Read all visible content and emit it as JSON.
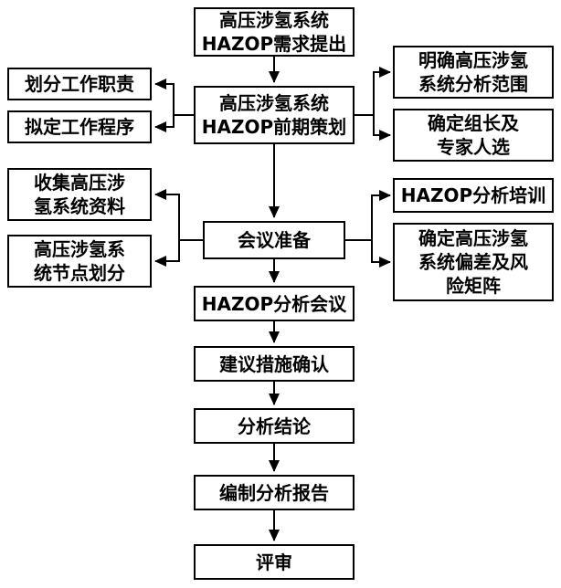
{
  "figure": {
    "background": "#ffffff",
    "line_color": "#000000",
    "text_color": "#000000",
    "type": "flowchart"
  },
  "nodes": {
    "demand": {
      "label": "高压涉氢系统\nHAZOP需求提出"
    },
    "planning": {
      "label": "高压涉氢系统\nHAZOP前期策划"
    },
    "duties": {
      "label": "划分工作职责"
    },
    "procedures": {
      "label": "拟定工作程序"
    },
    "scope": {
      "label": "明确高压涉氢\n系统分析范围"
    },
    "leader": {
      "label": "确定组长及\n专家人选"
    },
    "meeting_prep": {
      "label": "会议准备"
    },
    "collect": {
      "label": "收集高压涉\n氢系统资料"
    },
    "node_division": {
      "label": "高压涉氢系\n统节点划分"
    },
    "training": {
      "label": "HAZOP分析培训"
    },
    "risk_matrix": {
      "label": "确定高压涉氢\n系统偏差及风\n险矩阵"
    },
    "hazop_meeting": {
      "label": "HAZOP分析会议"
    },
    "measures": {
      "label": "建议措施确认"
    },
    "conclusion": {
      "label": "分析结论"
    },
    "report": {
      "label": "编制分析报告"
    },
    "review": {
      "label": "评审"
    }
  },
  "edges": [
    {
      "from": "demand",
      "to": "planning"
    },
    {
      "from": "planning",
      "to": "duties"
    },
    {
      "from": "planning",
      "to": "procedures"
    },
    {
      "from": "planning",
      "to": "scope"
    },
    {
      "from": "planning",
      "to": "leader"
    },
    {
      "from": "planning",
      "to": "meeting_prep"
    },
    {
      "from": "meeting_prep",
      "to": "collect"
    },
    {
      "from": "meeting_prep",
      "to": "node_division"
    },
    {
      "from": "meeting_prep",
      "to": "training"
    },
    {
      "from": "meeting_prep",
      "to": "risk_matrix"
    },
    {
      "from": "meeting_prep",
      "to": "hazop_meeting"
    },
    {
      "from": "hazop_meeting",
      "to": "measures"
    },
    {
      "from": "measures",
      "to": "conclusion"
    },
    {
      "from": "conclusion",
      "to": "report"
    },
    {
      "from": "report",
      "to": "review"
    }
  ]
}
